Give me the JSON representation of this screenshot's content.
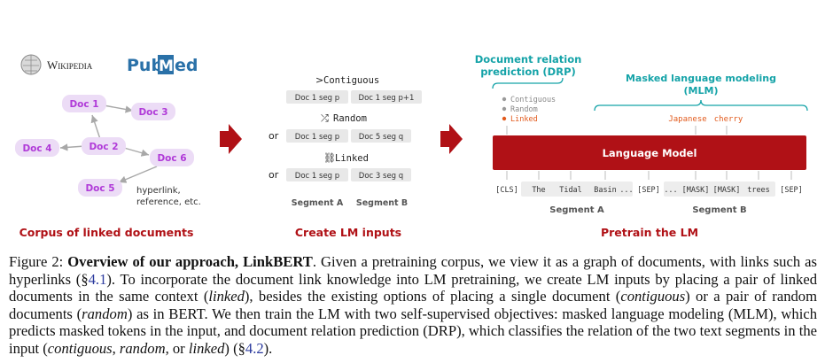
{
  "figure": {
    "logos": {
      "wikipedia": "Wikipedia",
      "pubmed_a": "Pub",
      "pubmed_b": "M",
      "pubmed_c": "ed"
    },
    "graph": {
      "docs": [
        "Doc 1",
        "Doc 2",
        "Doc 3",
        "Doc 4",
        "Doc 5",
        "Doc 6"
      ],
      "note_line1": "hyperlink,",
      "note_line2": "reference, etc."
    },
    "panel_titles": {
      "corpus": "Corpus of linked documents",
      "inputs": "Create LM inputs",
      "pretrain": "Pretrain the LM"
    },
    "inputs": {
      "contiguous_label": "Contiguous",
      "random_label": "Random",
      "linked_label": "Linked",
      "or": "or",
      "contiguous_segments": [
        "Doc 1 seg p",
        "Doc 1 seg p+1"
      ],
      "random_segments": [
        "Doc 1 seg p",
        "Doc 5 seg q"
      ],
      "linked_segments": [
        "Doc 1 seg p",
        "Doc 3 seg q"
      ],
      "segment_a": "Segment A",
      "segment_b": "Segment B"
    },
    "pretrain": {
      "drp_title_1": "Document relation",
      "drp_title_2": "prediction (DRP)",
      "drp_options": [
        "Contiguous",
        "Random",
        "Linked"
      ],
      "mlm_title_1": "Masked language modeling",
      "mlm_title_2": "(MLM)",
      "mlm_pred_1": "Japanese",
      "mlm_pred_2": "cherry",
      "lm_label": "Language Model",
      "tokens": [
        "[CLS]",
        "The",
        "Tidal",
        "Basin",
        "...",
        "[SEP]",
        "...",
        "[MASK]",
        "[MASK]",
        "trees",
        "[SEP]"
      ],
      "segment_a": "Segment A",
      "segment_b": "Segment B",
      "colors": {
        "accent": "#15a3a8",
        "model": "#b01116",
        "highlight": "#e25a1c",
        "doc_node": "#ecdcf6",
        "doc_text": "#b03ad8"
      }
    }
  },
  "caption": {
    "label": "Figure 2:",
    "title": "Overview of our approach, LinkBERT",
    "p1": ". Given a pretraining corpus, we view it as a graph of documents, with links such as hyperlinks (§",
    "ref1": "4.1",
    "p2": "). To incorporate the document link knowledge into LM pretraining, we create LM inputs by placing a pair of linked documents in the same context (",
    "i1": "linked",
    "p3": "), besides the existing options of placing a single document (",
    "i2": "contiguous",
    "p4": ") or a pair of random documents (",
    "i3": "random",
    "p5": ") as in BERT. We then train the LM with two self-supervised objectives: masked language modeling (MLM), which predicts masked tokens in the input, and document relation prediction (DRP), which classifies the relation of the two text segments in the input (",
    "i4": "contiguous",
    "p6": ", ",
    "i5": "random",
    "p7": ", or ",
    "i6": "linked",
    "p8": ") (§",
    "ref2": "4.2",
    "p9": ")."
  }
}
